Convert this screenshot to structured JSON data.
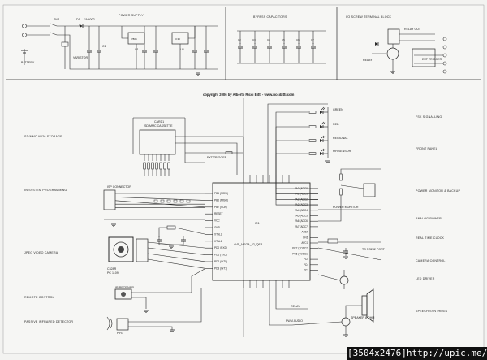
{
  "copyright": "copyright 2006 by Alberto Ricci Bitti - www.riccibitti.com",
  "watermark": "[3504x2476]",
  "watermark_link": "http://upic.me/",
  "sections": {
    "power_supply": "POWER SUPPLY",
    "bypass": "BYPASS CAPACITORS",
    "terminal_block": "I/O SCREW TERMINAL BLOCK",
    "storage": "SD/MMC AN26 STORAGE",
    "isp": "IN SYSTEM PROGRAMMING",
    "camera": "JPEG VIDEO CAMERA",
    "remote": "REMOTE CONTROL",
    "pir": "PASSIVE INFRARED DETECTOR",
    "fsk": "FSK SIGNALLING",
    "front_panel": "FRONT PANEL",
    "power_monitor": "POWER MONITOR & BACKUP",
    "analog_power": "ANALOG POWER",
    "rtc": "REAL TIME CLOCK",
    "camera_ctrl": "CAMERA CONTROL",
    "led_driver": "LED DRIVER",
    "speech": "SPEECH SYNTHESIS"
  },
  "labels": {
    "sw1": "SW1",
    "d1": "D1",
    "d2": "1N4002",
    "c1": "C1",
    "u1": "U1",
    "u2": "U2",
    "u3": "U3",
    "varistor": "VARISTOR",
    "fuse": "BATTERY",
    "ic1": "IC1",
    "mcu": "AVR_MEGA_32_QFP",
    "card": "CARD1",
    "card_sub": "SD/MMC CASSETTE",
    "ext_trigger": "EXT TRIGGER",
    "ispcon": "ISP CONNECTOR",
    "camera_mod": "C328R",
    "camera_sub": "PC 1109",
    "relay": "RELAY",
    "relay_out": "RELAY OUT",
    "ext_trigger_in": "EXT TRIGGER",
    "green": "GREEN",
    "red": "RED",
    "regional": "REGIONAL",
    "pir_sensor": "PIR SENSOR",
    "power_monitor_net": "POWER MONITOR",
    "rs232": "TO RS232 PORT",
    "remote_mod": "IR RECEIVER",
    "pir_mod": "PIR1",
    "speaker": "SPEAKER 8 OHM",
    "pwm_audio": "PWM AUDIO",
    "relay_net": "RELAY"
  },
  "mcu_pins": {
    "left": [
      "PB5 (MOSI)",
      "PB6 (MISO)",
      "PB7 (SCK)",
      "RESET",
      "VCC",
      "GND",
      "XTAL2",
      "XTAL1",
      "PD0 (RXD)",
      "PD1 (TXD)",
      "PD2 (INT0)",
      "PD3 (INT1)"
    ],
    "right": [
      "PA0 (ADC0)",
      "PA1 (ADC1)",
      "PA2 (ADC2)",
      "PA3 (ADC3)",
      "PA4 (ADC4)",
      "PA5 (ADC5)",
      "PA6 (ADC6)",
      "PA7 (ADC7)",
      "AREF",
      "GND",
      "AVCC",
      "PC7 (TOSC2)",
      "PC6 (TOSC1)",
      "PC5",
      "PC4",
      "PC3"
    ]
  }
}
